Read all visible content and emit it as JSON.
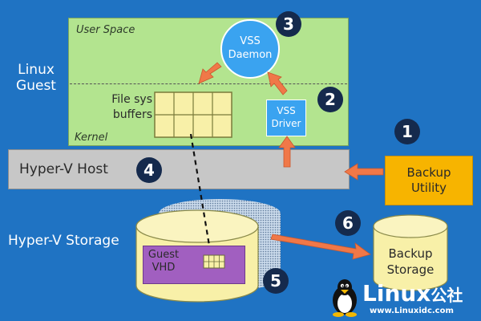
{
  "labels": {
    "user_space": "User Space",
    "kernel": "Kernel",
    "linux": "Linux",
    "guest": "Guest",
    "file_sys": "File sys",
    "buffers": "buffers",
    "vss_daemon_1": "VSS",
    "vss_daemon_2": "Daemon",
    "vss_driver_1": "VSS",
    "vss_driver_2": "Driver",
    "hyperv_host": "Hyper-V Host",
    "backup_1": "Backup",
    "backup_2": "Utility",
    "hyperv_storage": "Hyper-V Storage",
    "guest_vhd_1": "Guest",
    "guest_vhd_2": "VHD",
    "backup_storage_1": "Backup",
    "backup_storage_2": "Storage"
  },
  "steps": [
    "1",
    "2",
    "3",
    "4",
    "5",
    "6"
  ],
  "logo": {
    "text": "Linux",
    "cjk": "公社",
    "url": "www.Linuxidc.com"
  },
  "colors": {
    "background": "#1f73c3",
    "user_space_box": "#b3e48f",
    "host_bar": "#c7c7c7",
    "backup_utility": "#f7b400",
    "vss": "#3aa3f0",
    "arrow": "#f07848",
    "storage_cylinder": "#f8f0a8",
    "vhd": "#a15fc0",
    "step_badge": "#152a4d"
  },
  "icons": {
    "logo": "tux-penguin-icon"
  }
}
